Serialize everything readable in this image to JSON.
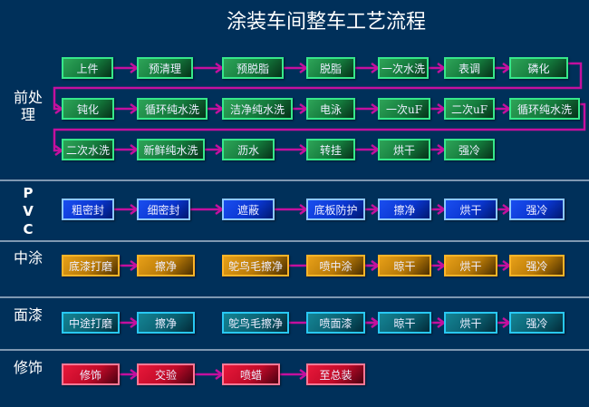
{
  "title": "涂装车间整车工艺流程",
  "sections": {
    "pretreatment": {
      "label": "前处理",
      "row1": [
        "上件",
        "预清理",
        "预脱脂",
        "脱脂",
        "一次水洗",
        "表调",
        "磷化"
      ],
      "row2": [
        "钝化",
        "循环纯水洗",
        "洁净纯水洗",
        "电泳",
        "一次uF",
        "二次uF",
        "循环纯水洗"
      ],
      "row3": [
        "二次水洗",
        "新鲜纯水洗",
        "沥水",
        "转挂",
        "烘干",
        "强冷"
      ]
    },
    "pvc": {
      "label_chars": [
        "P",
        "V",
        "C"
      ],
      "steps": [
        "粗密封",
        "细密封",
        "遮蔽",
        "底板防护",
        "擦净",
        "烘干",
        "强冷"
      ]
    },
    "primer": {
      "label": "中涂",
      "steps": [
        "底漆打磨",
        "擦净",
        "鸵鸟毛擦净",
        "喷中涂",
        "晾干",
        "烘干",
        "强冷"
      ]
    },
    "topcoat": {
      "label": "面漆",
      "steps": [
        "中途打磨",
        "擦净",
        "鸵鸟毛擦净",
        "喷面漆",
        "晾干",
        "烘干",
        "强冷"
      ]
    },
    "finish": {
      "label": "修饰",
      "steps": [
        "修饰",
        "交验",
        "喷蜡",
        "至总装"
      ]
    }
  },
  "colors": {
    "arrow": "#c4109e",
    "background": "#00305a"
  }
}
